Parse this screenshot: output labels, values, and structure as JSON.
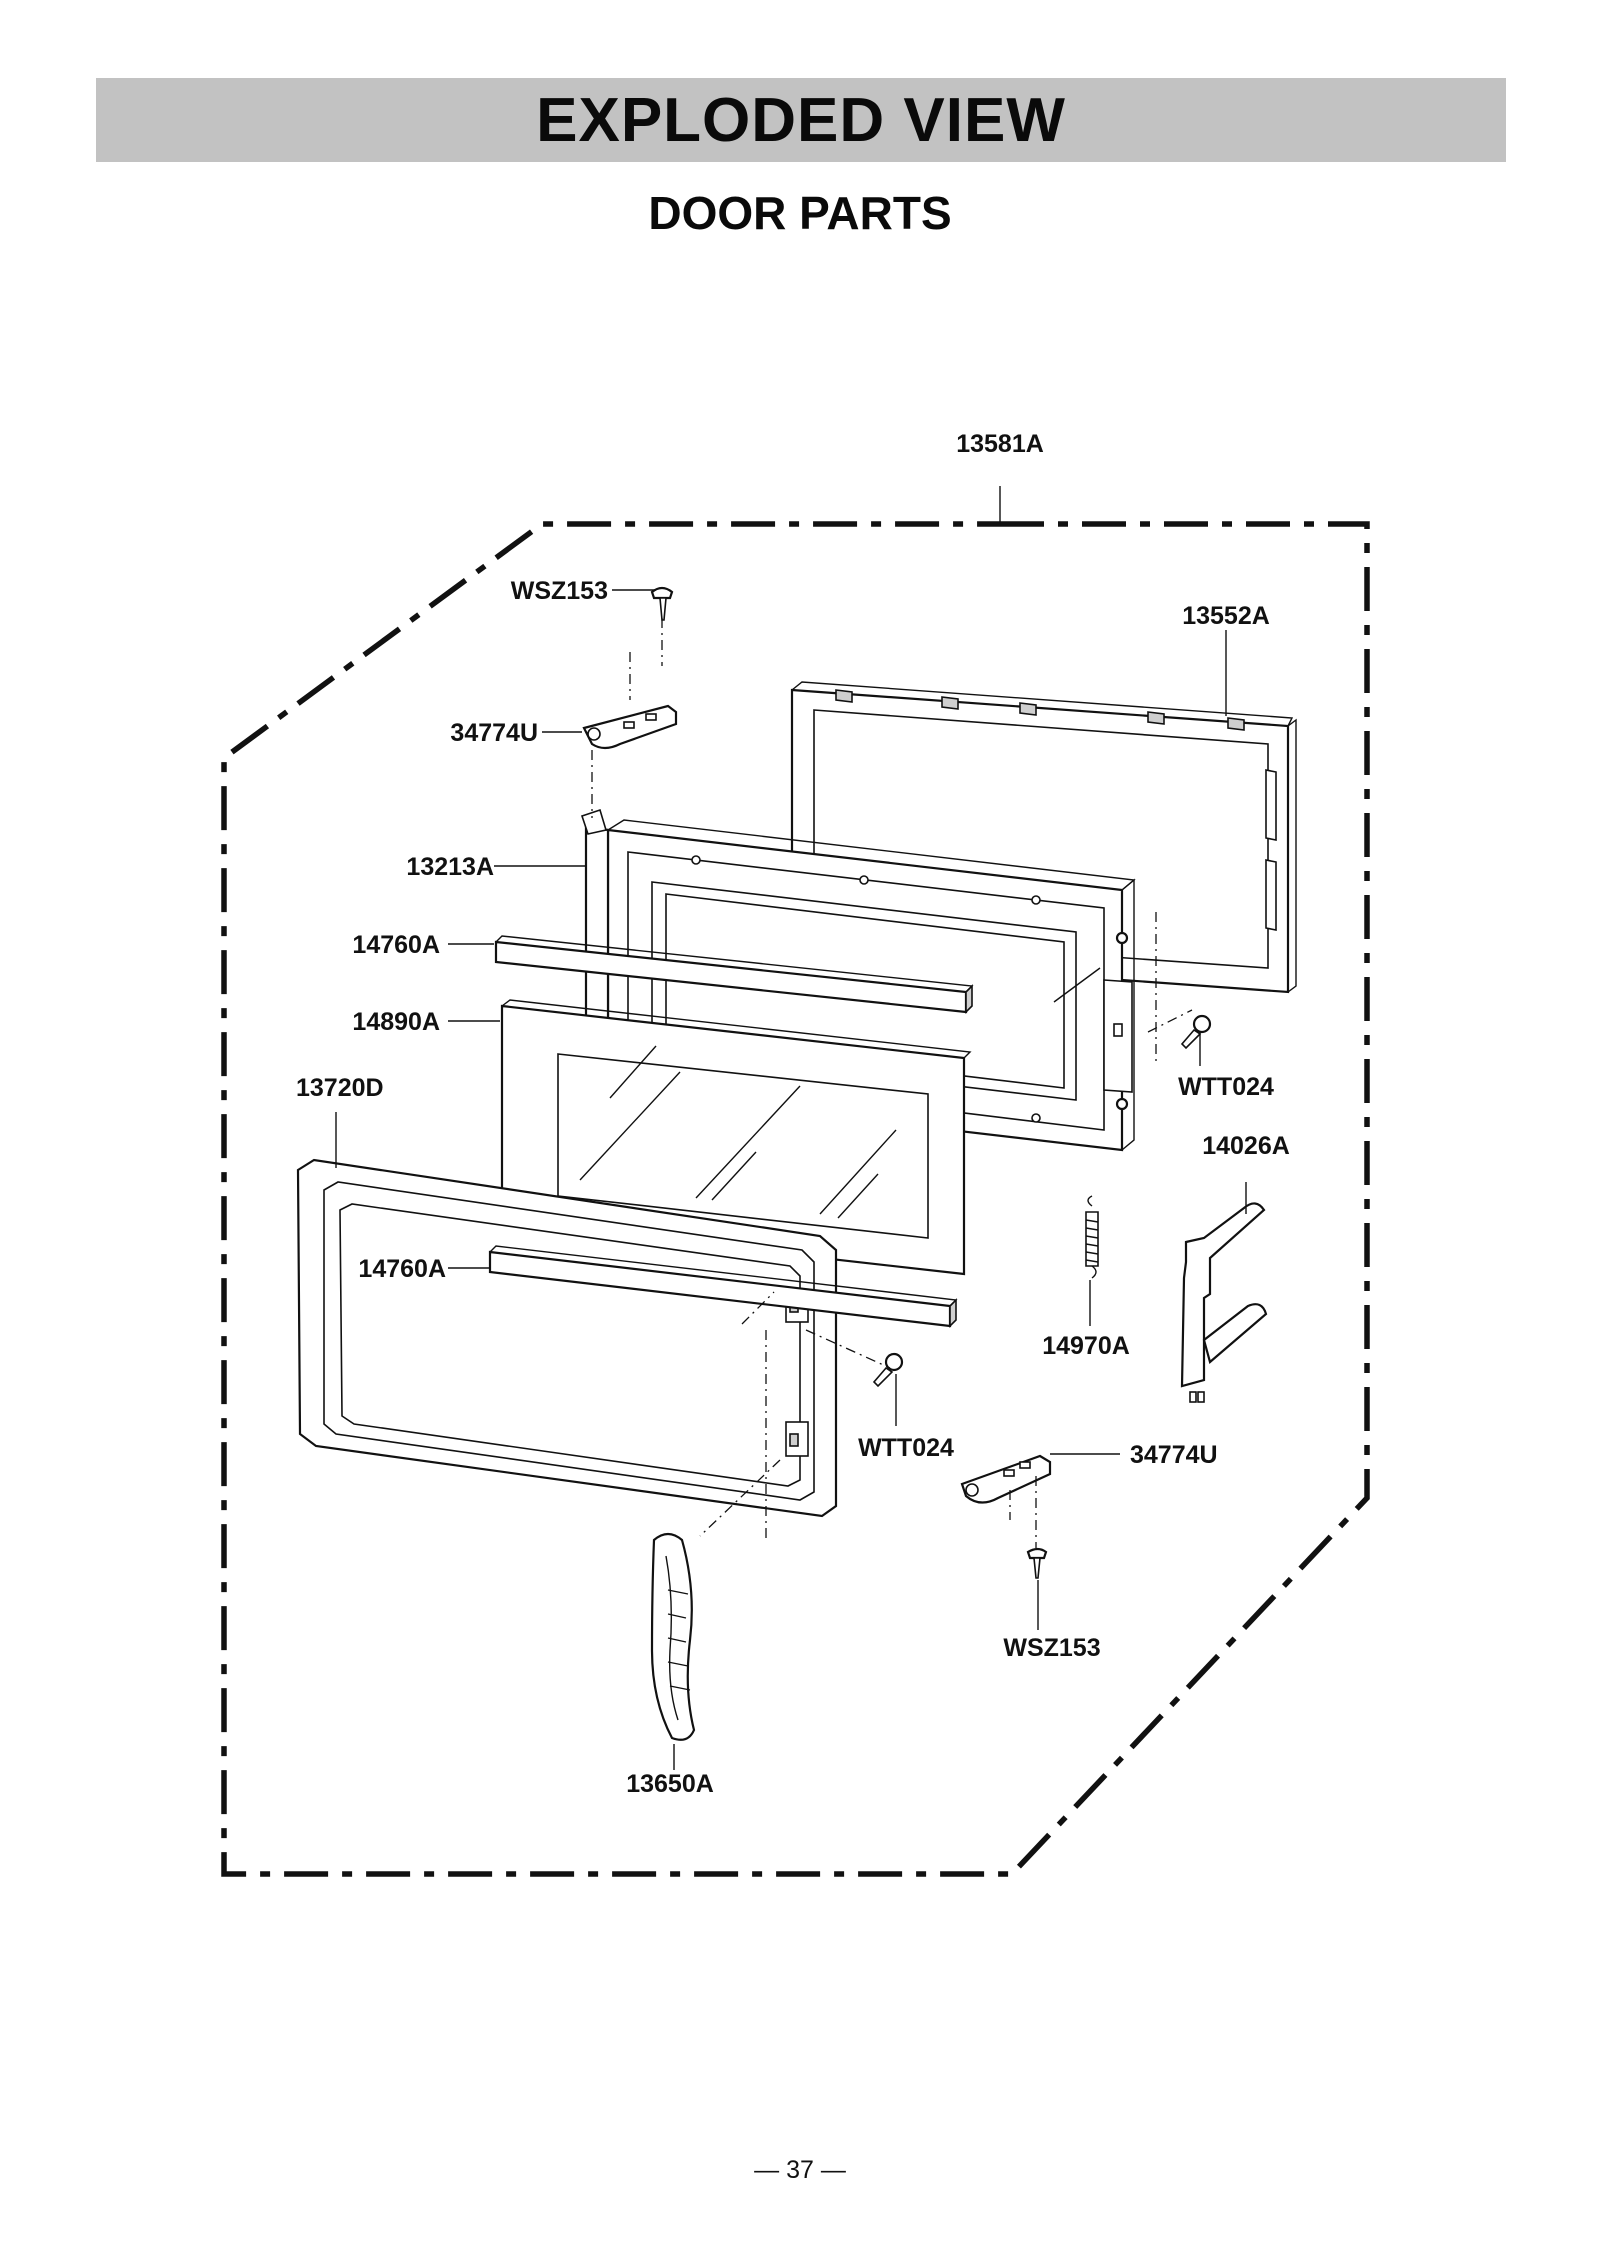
{
  "header": {
    "title": "EXPLODED VIEW",
    "subtitle": "DOOR PARTS"
  },
  "labels": {
    "assembly": "13581A",
    "wsz153_top": "WSZ153",
    "choke_cover": "13552A",
    "hinge_top": "34774U",
    "door_frame": "13213A",
    "choke_strip_1": "14760A",
    "screen": "14890A",
    "door_outer": "13720D",
    "choke_strip_2": "14760A",
    "wtt024_right": "WTT024",
    "latch": "14026A",
    "spring": "14970A",
    "wtt024_mid": "WTT024",
    "hinge_bottom": "34774U",
    "wsz153_bottom": "WSZ153",
    "handle": "13650A"
  },
  "footer": {
    "page_number": "— 37 —"
  }
}
